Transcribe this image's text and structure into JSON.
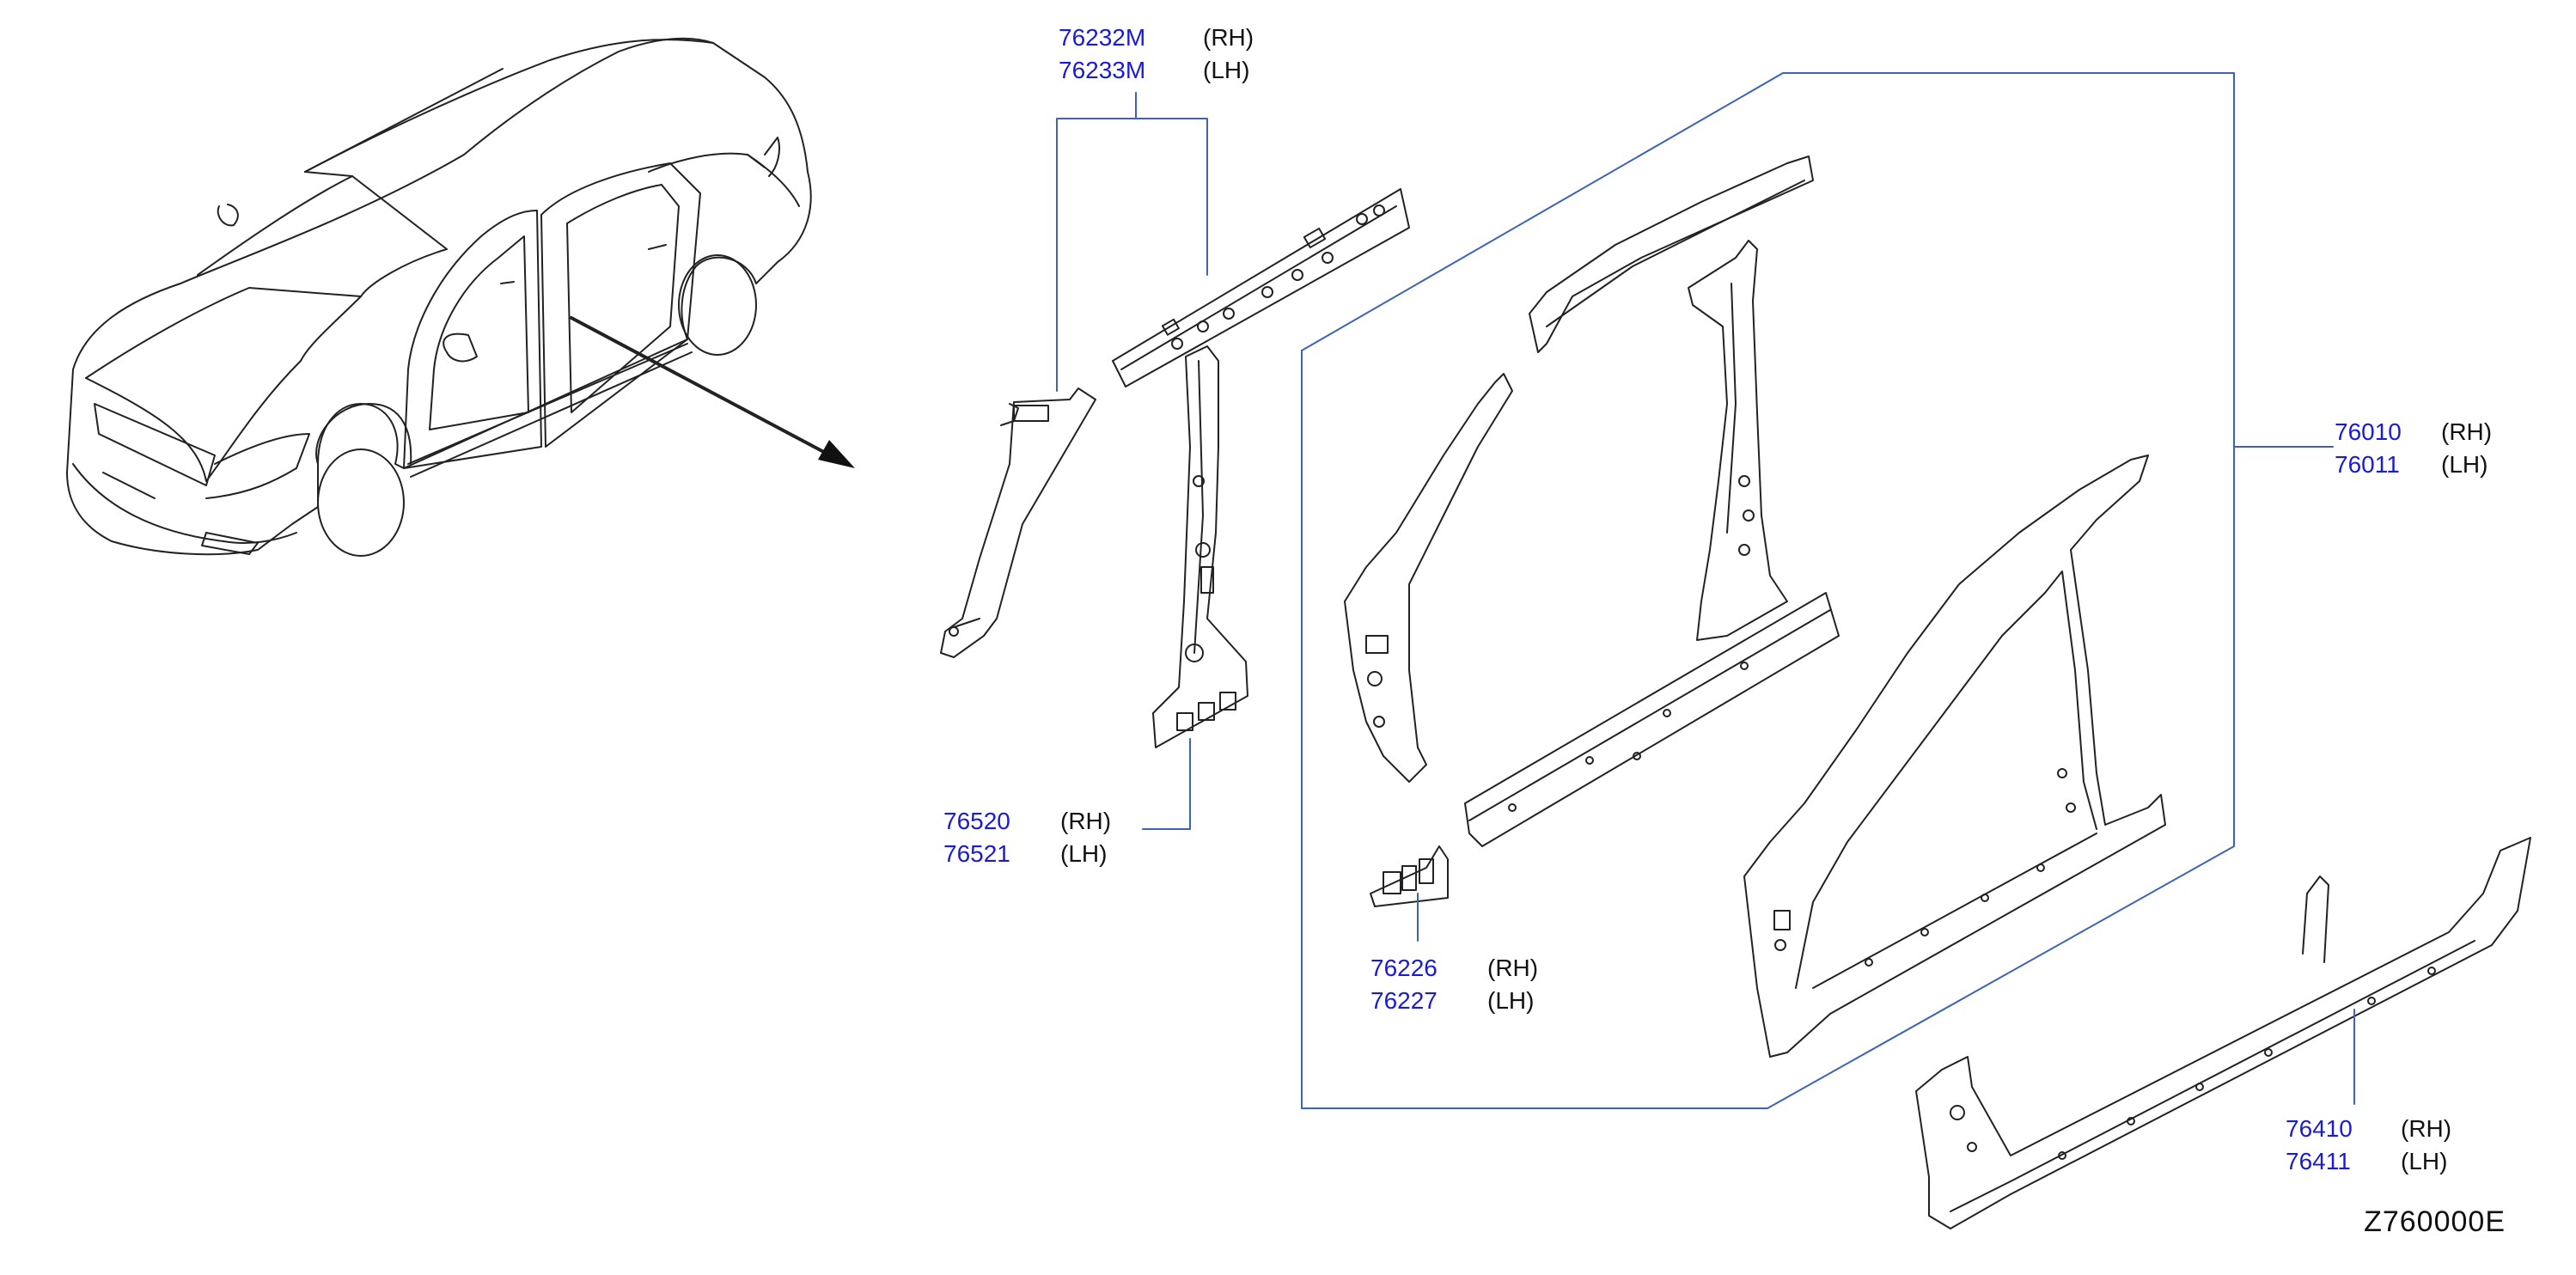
{
  "colors": {
    "part_number": "#1a1adb",
    "leader_line": "#3b64b8",
    "drawing_stroke": "#222222"
  },
  "callouts": [
    {
      "id": "a-pillar-inner",
      "rows": [
        {
          "part": "76232M",
          "side": "(RH)"
        },
        {
          "part": "76233M",
          "side": "(LH)"
        }
      ]
    },
    {
      "id": "center-pillar-inner",
      "rows": [
        {
          "part": "76520",
          "side": "(RH)"
        },
        {
          "part": "76521",
          "side": "(LH)"
        }
      ]
    },
    {
      "id": "reinforcement-bracket",
      "rows": [
        {
          "part": "76226",
          "side": "(RH)"
        },
        {
          "part": "76227",
          "side": "(LH)"
        }
      ]
    },
    {
      "id": "body-side-outer",
      "rows": [
        {
          "part": "76010",
          "side": "(RH)"
        },
        {
          "part": "76011",
          "side": "(LH)"
        }
      ]
    },
    {
      "id": "sill-outer",
      "rows": [
        {
          "part": "76410",
          "side": "(RH)"
        },
        {
          "part": "76411",
          "side": "(LH)"
        }
      ]
    }
  ],
  "diagram_code": "Z760000E"
}
